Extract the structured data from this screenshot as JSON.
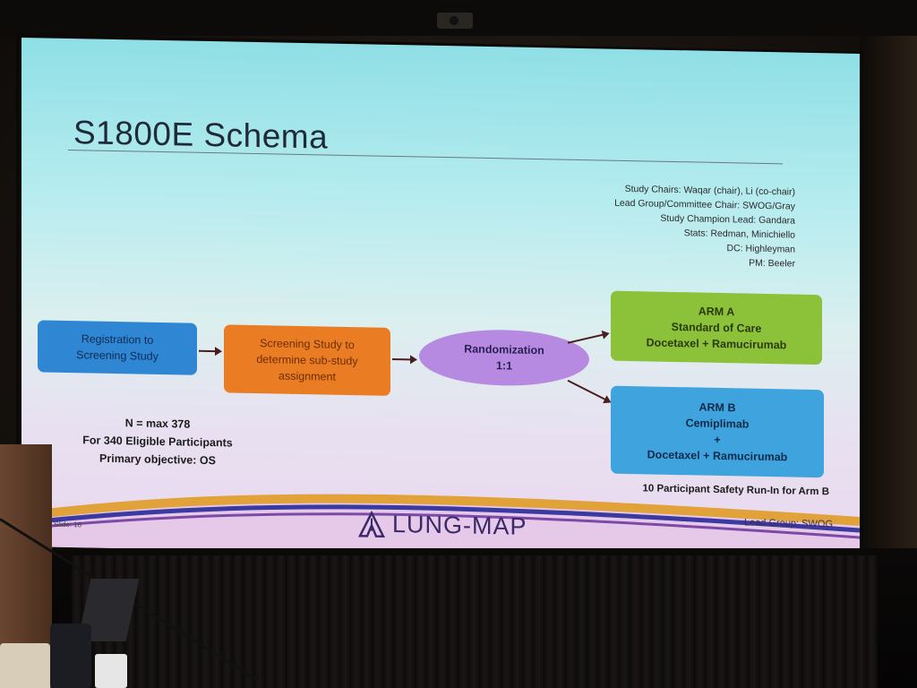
{
  "slide": {
    "title": "S1800E Schema",
    "chairs": [
      "Study Chairs: Waqar (chair), Li (co-chair)",
      "Lead Group/Committee Chair: SWOG/Gray",
      "Study Champion Lead: Gandara",
      "Stats: Redman, Minichiello",
      "DC: Highleyman",
      "PM: Beeler"
    ],
    "registration": [
      "Registration to",
      "Screening Study"
    ],
    "screening": [
      "Screening Study to",
      "determine sub-study",
      "assignment"
    ],
    "randomization": [
      "Randomization",
      "1:1"
    ],
    "arm_a": [
      "ARM A",
      "Standard of Care",
      "Docetaxel + Ramucirumab"
    ],
    "arm_b": [
      "ARM B",
      "Cemiplimab",
      "+",
      "Docetaxel + Ramucirumab"
    ],
    "stats": [
      "N = max 378",
      "For 340 Eligible Participants",
      "Primary objective: OS"
    ],
    "run_in": "10 Participant Safety Run-In for Arm B",
    "slide_number": "Slide: 18",
    "logo_text": "LUNG-MAP",
    "lead_group": "Lead Group: SWOG"
  },
  "colors": {
    "registration": "#2f86d2",
    "screening": "#ea7d23",
    "randomization": "#b58ae0",
    "arm_a": "#8cc23a",
    "arm_b": "#3fa4dd",
    "title": "#1f2a38"
  },
  "icons": [
    "lung-map-logo-icon"
  ]
}
